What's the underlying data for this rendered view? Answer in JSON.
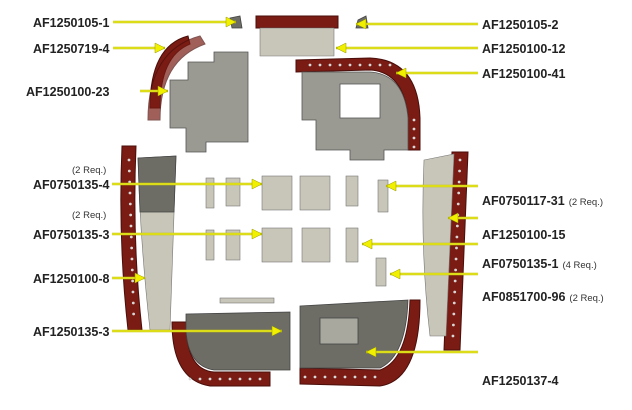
{
  "title": "Parts diagram",
  "labels_left": [
    {
      "part": "AF1250105-1",
      "qty": null
    },
    {
      "part": "AF1250719-4",
      "qty": null
    },
    {
      "part": "AF1250100-23",
      "qty": null
    },
    {
      "part": "AF0750135-4",
      "qty": "(2 Req.)"
    },
    {
      "part": "AF0750135-3",
      "qty": "(2 Req.)"
    },
    {
      "part": "AF1250100-8",
      "qty": null
    },
    {
      "part": "AF1250135-3",
      "qty": null
    }
  ],
  "labels_right": [
    {
      "part": "AF1250105-2",
      "qty": null
    },
    {
      "part": "AF1250100-12",
      "qty": null
    },
    {
      "part": "AF1250100-41",
      "qty": null
    },
    {
      "part": "AF0750117-31",
      "qty": "(2 Req.)"
    },
    {
      "part": "AF1250100-15",
      "qty": null
    },
    {
      "part": "AF0750135-1",
      "qty": "(4 Req.)"
    },
    {
      "part": "AF0851700-96",
      "qty": "(2 Req.)"
    },
    {
      "part": "AF1250137-4",
      "qty": null
    }
  ],
  "colors": {
    "arrow": "#f0f000",
    "skin": "#7a1c14",
    "plate": "#9a9a92"
  }
}
